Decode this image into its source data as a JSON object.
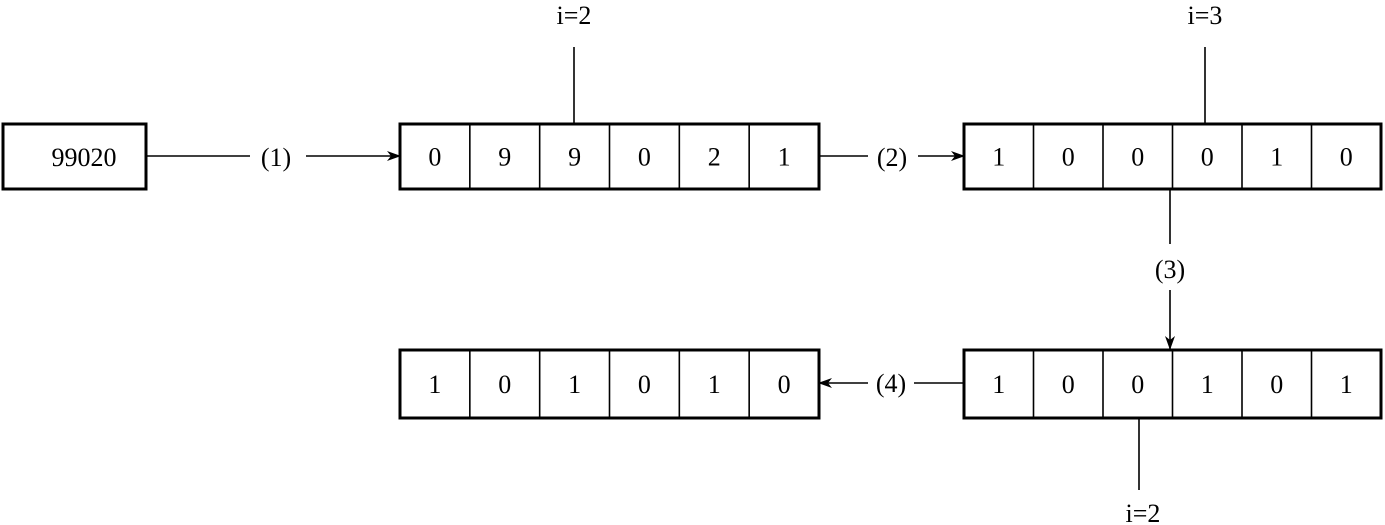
{
  "input_box": {
    "value": "99020"
  },
  "arrays": [
    {
      "id": "array-1",
      "cells": [
        "0",
        "9",
        "9",
        "0",
        "2",
        "1"
      ]
    },
    {
      "id": "array-2",
      "cells": [
        "1",
        "0",
        "0",
        "0",
        "1",
        "0"
      ]
    },
    {
      "id": "array-3",
      "cells": [
        "1",
        "0",
        "0",
        "1",
        "0",
        "1"
      ]
    },
    {
      "id": "array-4",
      "cells": [
        "1",
        "0",
        "1",
        "0",
        "1",
        "0"
      ]
    }
  ],
  "steps": {
    "step1": "(1)",
    "step2": "(2)",
    "step3": "(3)",
    "step4": "(4)"
  },
  "pointers": {
    "pointer1": "i=2",
    "pointer2": "i=3",
    "pointer3": "i=2"
  },
  "colors": {
    "stroke": "#000000",
    "background": "#ffffff"
  }
}
